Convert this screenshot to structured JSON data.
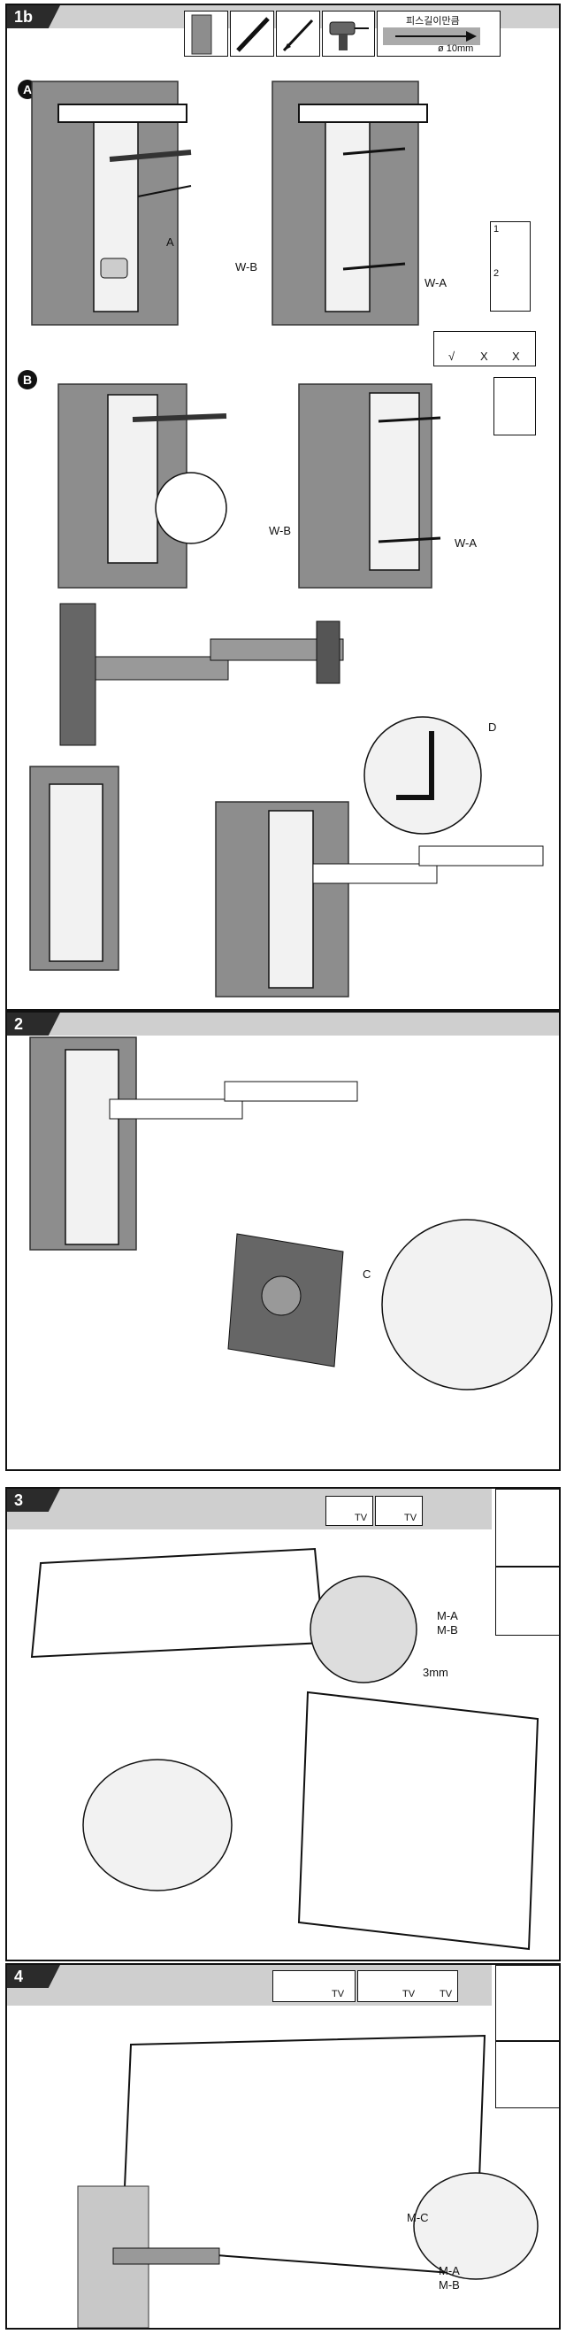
{
  "steps": {
    "s1": "1b",
    "s2": "2",
    "s3": "3",
    "s4": "4"
  },
  "tools_strip": {
    "korean_label": "피스길이만큼",
    "depth_label": "ø 10mm"
  },
  "sections": {
    "a": "A",
    "b": "B"
  },
  "labels": {
    "A": "A",
    "WB": "W-B",
    "WA": "W-A",
    "WB2": "W-B",
    "WA2": "W-A",
    "D": "D",
    "C": "C",
    "MA": "M-A",
    "MB": "M-B",
    "mm3": "3mm",
    "MC": "M-C",
    "MA2": "M-A",
    "MB2": "M-B"
  },
  "drill_steps": {
    "one": "1",
    "two": "2"
  },
  "check_marks": {
    "ok": "√",
    "x1": "X",
    "x2": "X"
  },
  "tv_marks": {
    "tv1": "TV",
    "tv2": "TV",
    "tv3": "TV",
    "tv4": "TV",
    "tv5": "TV"
  },
  "colors": {
    "wall": "#8d8d8d",
    "tab": "#2b2b2b",
    "bar": "#cfcfcf"
  }
}
